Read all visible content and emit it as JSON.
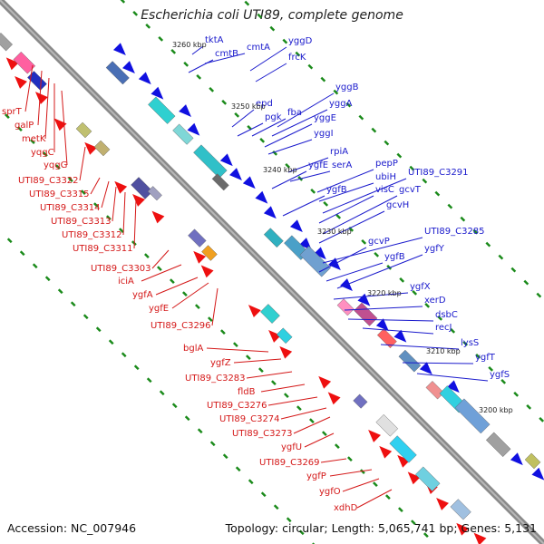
{
  "title": "Escherichia coli UTI89, complete genome",
  "accession": "Accession: NC_007946",
  "topology": "Topology: circular; Length: 5,065,741 bp; Genes: 5,131",
  "colors": {
    "backbone": "#8a8a8a",
    "forward_label": "#1a1acc",
    "reverse_label": "#d41818",
    "tick": "#1a8a1a",
    "forward_gene": "#1010e0",
    "reverse_gene": "#ee1010"
  },
  "scale_labels": [
    "3260 kbp",
    "3250 kbp",
    "3240 kbp",
    "3230 kbp",
    "3220 kbp",
    "3210 kbp",
    "3200 kbp"
  ],
  "forward_labels": [
    "tktA",
    "cmtB",
    "cmtA",
    "yggD",
    "frcK",
    "epd",
    "pgk",
    "fba",
    "yggB",
    "yggA",
    "yggE",
    "yggI",
    "ygfE",
    "rpiA",
    "serA",
    "pepP",
    "ubiH",
    "UTI89_C3291",
    "ygfB",
    "visC",
    "gcvT",
    "gcvH",
    "UTI89_C3285",
    "gcvP",
    "ygfB",
    "ygfY",
    "ygfX",
    "xerD",
    "dsbC",
    "recJ",
    "lysS",
    "ygfT",
    "ygfS"
  ],
  "reverse_labels": [
    "sprT",
    "galP",
    "metK",
    "yqgC",
    "yqgG",
    "UTI89_C3322",
    "UTI89_C3315",
    "UTI89_C3314",
    "UTI89_C3313",
    "UTI89_C3312",
    "UTI89_C3311",
    "UTI89_C3303",
    "iciA",
    "ygfA",
    "ygfE",
    "UTI89_C3296",
    "bglA",
    "ygfZ",
    "UTI89_C3283",
    "fldB",
    "UTI89_C3276",
    "UTI89_C3274",
    "UTI89_C3273",
    "ygfU",
    "UTI89_C3269",
    "ygfP",
    "ygfO",
    "xdhD"
  ]
}
